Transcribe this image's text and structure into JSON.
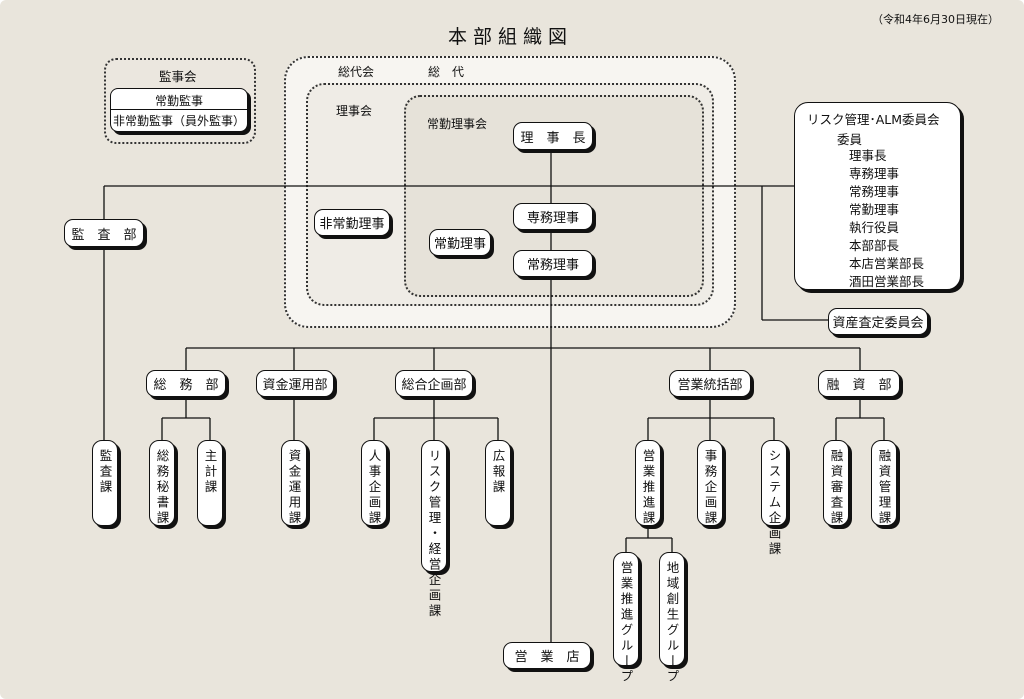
{
  "title": "本部組織図",
  "date_note": "（令和4年6月30日現在）",
  "audit_committee": {
    "label": "監事会",
    "members": [
      "常勤監事",
      "非常勤監事（員外監事）"
    ]
  },
  "general_assembly": {
    "label": "総代会",
    "rep": "総　代"
  },
  "board": {
    "label": "理事会",
    "outside_director": "非常勤理事"
  },
  "standing_board": {
    "label": "常勤理事会",
    "president": "理　事　長",
    "senior_director": "専務理事",
    "managing_director": "常務理事",
    "fulltime_director": "常勤理事"
  },
  "risk_committee": {
    "title": "リスク管理･ALM委員会",
    "subtitle": "委員",
    "members": [
      "理事長",
      "専務理事",
      "常務理事",
      "常勤理事",
      "執行役員",
      "本部部長",
      "本店営業部長",
      "酒田営業部長"
    ]
  },
  "asset_committee": "資産査定委員会",
  "audit_dept": {
    "label": "監　査　部",
    "section": "監査課"
  },
  "departments": {
    "general_affairs": {
      "label": "総　務　部",
      "sections": [
        "総務秘書課",
        "主計課"
      ]
    },
    "fund_management": {
      "label": "資金運用部",
      "sections": [
        "資金運用課"
      ]
    },
    "planning": {
      "label": "総合企画部",
      "sections": [
        "人事企画課",
        "リスク管理・経営企画課",
        "広報課"
      ]
    },
    "sales_management": {
      "label": "営業統括部",
      "sections": [
        "営業推進課",
        "事務企画課",
        "システム企画課"
      ]
    },
    "financing": {
      "label": "融　資　部",
      "sections": [
        "融資審査課",
        "融資管理課"
      ]
    }
  },
  "sales_groups": [
    "営業推進グループ",
    "地域創生グループ"
  ],
  "branches": "営　業　店"
}
